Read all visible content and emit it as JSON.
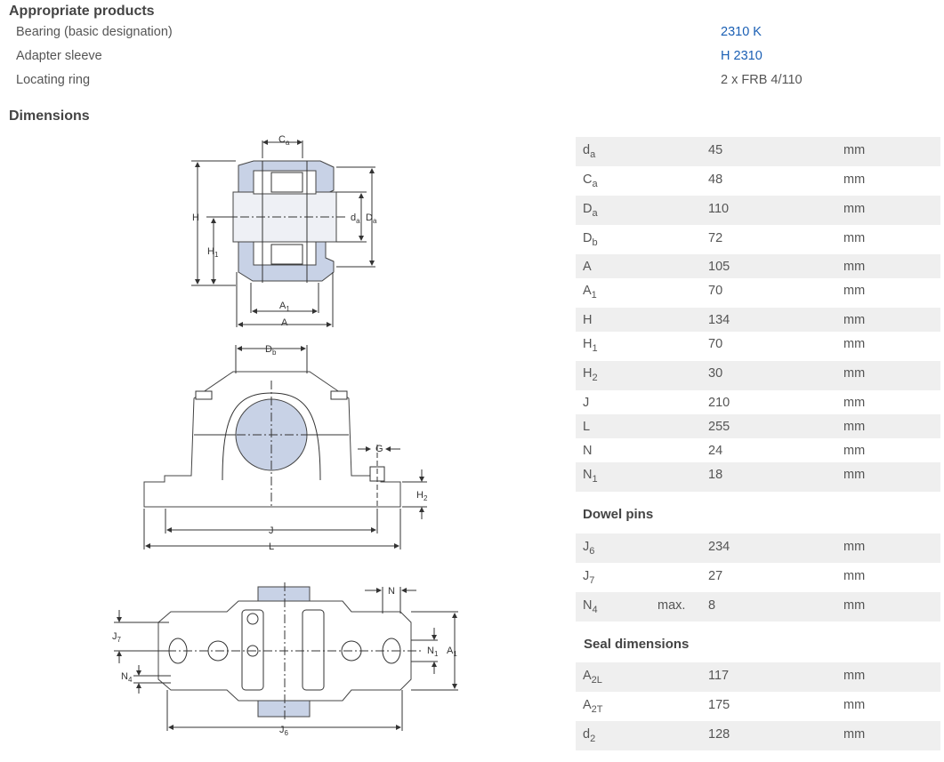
{
  "appropriate": {
    "title": "Appropriate products",
    "items": [
      {
        "label": "Bearing (basic designation)",
        "value": "2310 K",
        "is_link": true
      },
      {
        "label": "Adapter sleeve",
        "value": "H 2310",
        "is_link": true
      },
      {
        "label": "Locating ring",
        "value": "2 x FRB 4/110",
        "is_link": false
      }
    ]
  },
  "dimensions": {
    "title": "Dimensions",
    "rows": [
      {
        "sym": "d",
        "sub": "a",
        "value": "45",
        "unit": "mm"
      },
      {
        "sym": "C",
        "sub": "a",
        "value": "48",
        "unit": "mm"
      },
      {
        "sym": "D",
        "sub": "a",
        "value": "110",
        "unit": "mm"
      },
      {
        "sym": "D",
        "sub": "b",
        "value": "72",
        "unit": "mm"
      },
      {
        "sym": "A",
        "sub": "",
        "value": "105",
        "unit": "mm"
      },
      {
        "sym": "A",
        "sub": "1",
        "value": "70",
        "unit": "mm"
      },
      {
        "sym": "H",
        "sub": "",
        "value": "134",
        "unit": "mm"
      },
      {
        "sym": "H",
        "sub": "1",
        "value": "70",
        "unit": "mm"
      },
      {
        "sym": "H",
        "sub": "2",
        "value": "30",
        "unit": "mm"
      },
      {
        "sym": "J",
        "sub": "",
        "value": "210",
        "unit": "mm"
      },
      {
        "sym": "L",
        "sub": "",
        "value": "255",
        "unit": "mm"
      },
      {
        "sym": "N",
        "sub": "",
        "value": "24",
        "unit": "mm"
      },
      {
        "sym": "N",
        "sub": "1",
        "value": "18",
        "unit": "mm"
      }
    ]
  },
  "dowel": {
    "title": "Dowel pins",
    "rows": [
      {
        "sym": "J",
        "sub": "6",
        "qual": "",
        "value": "234",
        "unit": "mm"
      },
      {
        "sym": "J",
        "sub": "7",
        "qual": "",
        "value": "27",
        "unit": "mm"
      },
      {
        "sym": "N",
        "sub": "4",
        "qual": "max.",
        "value": "8",
        "unit": "mm"
      }
    ]
  },
  "seal": {
    "title": "Seal dimensions",
    "rows": [
      {
        "sym": "A",
        "sub": "2L",
        "value": "117",
        "unit": "mm"
      },
      {
        "sym": "A",
        "sub": "2T",
        "value": "175",
        "unit": "mm"
      },
      {
        "sym": "d",
        "sub": "2",
        "value": "128",
        "unit": "mm"
      }
    ]
  },
  "drawing_labels": {
    "Ca": [
      "C",
      "a"
    ],
    "da": [
      "d",
      "a"
    ],
    "Da": [
      "D",
      "a"
    ],
    "H": [
      "H",
      ""
    ],
    "H1": [
      "H",
      "1"
    ],
    "A1": [
      "A",
      "1"
    ],
    "A": [
      "A",
      ""
    ],
    "Db": [
      "D",
      "b"
    ],
    "G": [
      "G",
      ""
    ],
    "H2": [
      "H",
      "2"
    ],
    "J": [
      "J",
      ""
    ],
    "L": [
      "L",
      ""
    ],
    "N": [
      "N",
      ""
    ],
    "J7": [
      "J",
      "7"
    ],
    "N4": [
      "N",
      "4"
    ],
    "N1": [
      "N",
      "1"
    ],
    "A1b": [
      "A",
      "1"
    ],
    "J6": [
      "J",
      "6"
    ]
  }
}
